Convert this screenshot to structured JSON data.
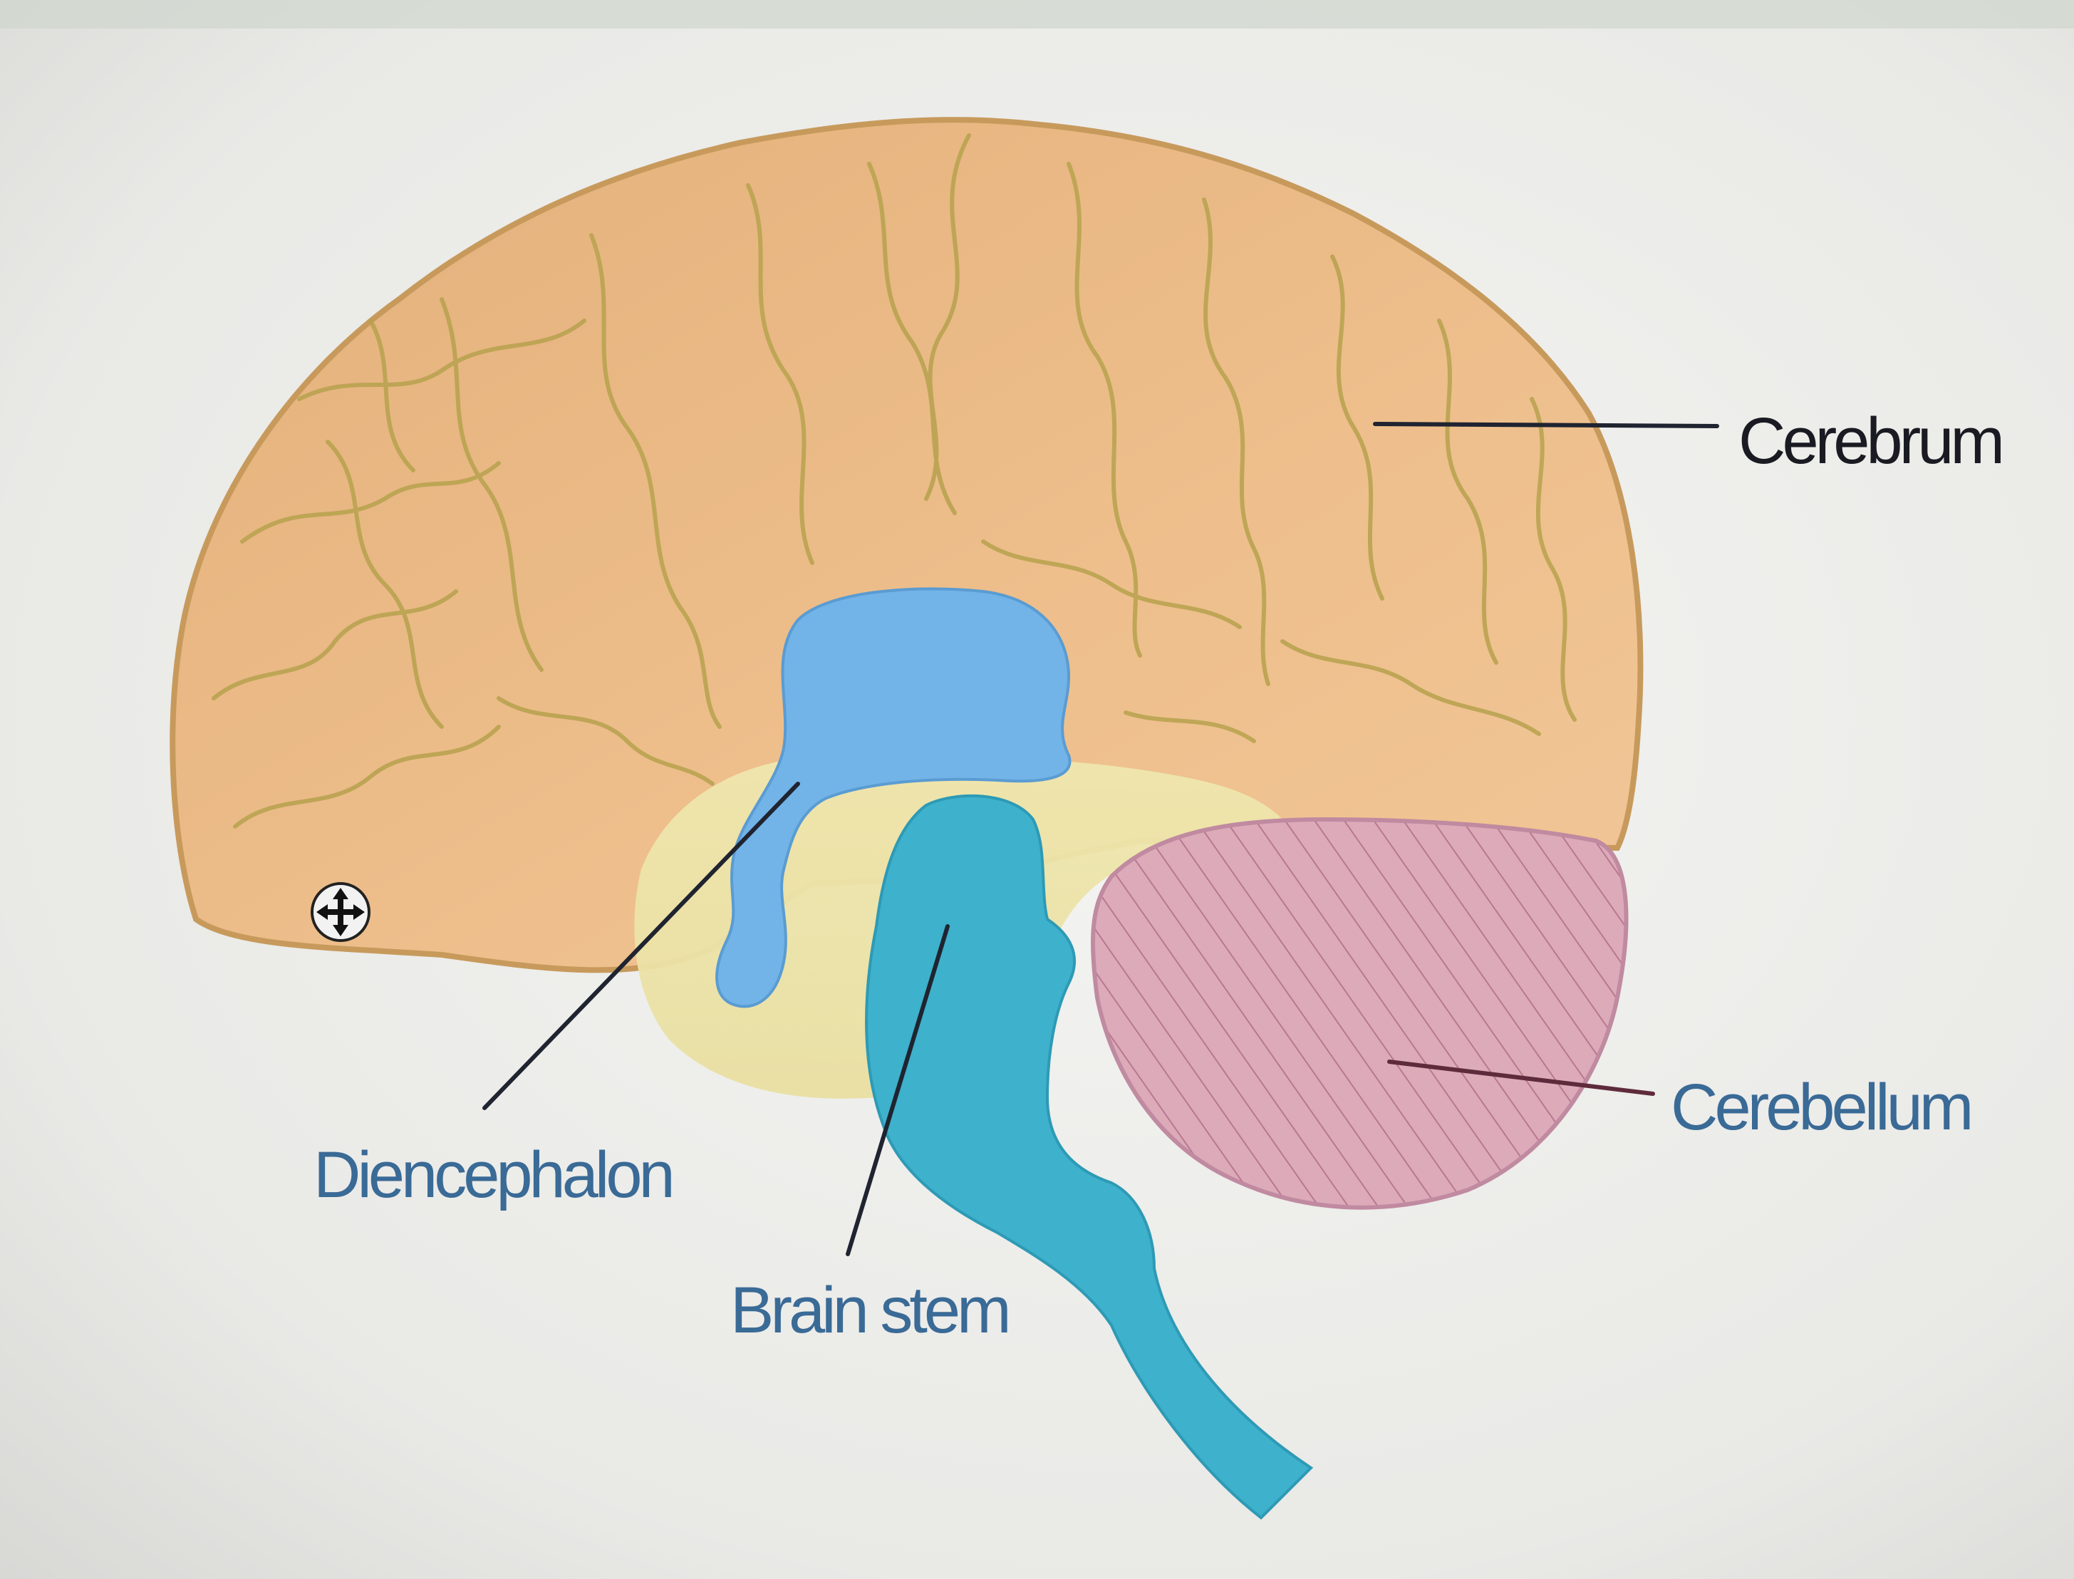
{
  "diagram": {
    "parts": [
      {
        "id": "cerebrum",
        "label": "Cerebrum",
        "color": "#e8b47a"
      },
      {
        "id": "diencephalon",
        "label": "Diencephalon",
        "color": "#74b2e6"
      },
      {
        "id": "brain_stem",
        "label": "Brain stem",
        "color": "#3fb0cc"
      },
      {
        "id": "cerebellum",
        "label": "Cerebellum",
        "color": "#d9a3b6"
      }
    ],
    "label_colors": {
      "dark": "#1a1a22",
      "blue": "#3a6a96"
    },
    "cursor_icon": "move-cursor-icon"
  }
}
